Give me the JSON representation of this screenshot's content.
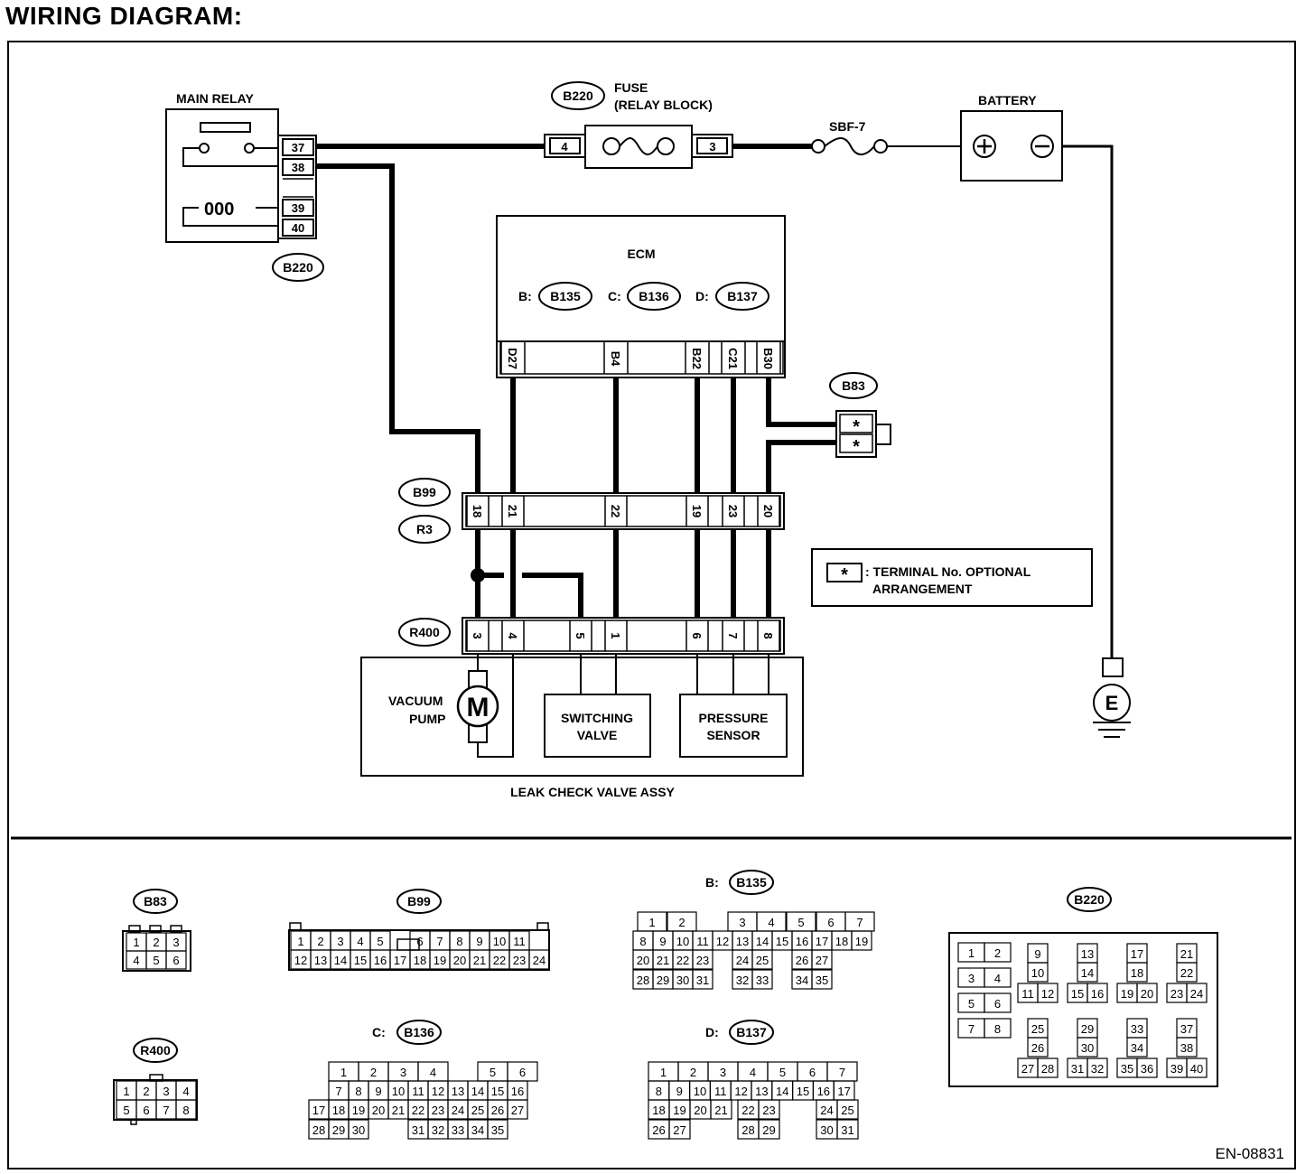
{
  "title": "WIRING DIAGRAM:",
  "figure_id": "EN-08831",
  "main_relay": {
    "label": "MAIN RELAY",
    "connector": "B220",
    "pins": [
      "37",
      "38",
      "39",
      "40"
    ],
    "coil_text": "000"
  },
  "fuse": {
    "label_line1": "FUSE",
    "label_line2": "(RELAY BLOCK)",
    "connector": "B220",
    "pin_left": "4",
    "pin_right": "3"
  },
  "sbf": {
    "label": "SBF-7"
  },
  "battery": {
    "label": "BATTERY",
    "plus": "+",
    "minus": "−"
  },
  "ground": {
    "label": "E"
  },
  "ecm": {
    "label": "ECM",
    "b_prefix": "B:",
    "b_conn": "B135",
    "c_prefix": "C:",
    "c_conn": "B136",
    "d_prefix": "D:",
    "d_conn": "B137",
    "pins": [
      "D27",
      "B4",
      "B22",
      "C21",
      "B30"
    ]
  },
  "b83": {
    "connector": "B83",
    "mark1": "*",
    "mark2": "*"
  },
  "b99_r3": {
    "connector_top": "B99",
    "connector_bottom": "R3",
    "pins": [
      "18",
      "21",
      "22",
      "19",
      "23",
      "20"
    ]
  },
  "r400": {
    "connector": "R400",
    "pins": [
      "3",
      "4",
      "5",
      "1",
      "6",
      "7",
      "8"
    ]
  },
  "legend": {
    "mark": "*",
    "line1": ": TERMINAL No. OPTIONAL",
    "line2": "ARRANGEMENT"
  },
  "assembly": {
    "label": "LEAK CHECK VALVE ASSY",
    "vacuum_line1": "VACUUM",
    "vacuum_line2": "PUMP",
    "motor": "M",
    "switching_line1": "SWITCHING",
    "switching_line2": "VALVE",
    "pressure_line1": "PRESSURE",
    "pressure_line2": "SENSOR"
  },
  "connector_views": {
    "b83": {
      "label": "B83",
      "rows": [
        [
          "1",
          "2",
          "3"
        ],
        [
          "4",
          "5",
          "6"
        ]
      ]
    },
    "r400": {
      "label": "R400",
      "rows": [
        [
          "1",
          "2",
          "3",
          "4"
        ],
        [
          "5",
          "6",
          "7",
          "8"
        ]
      ]
    },
    "b99": {
      "label": "B99",
      "row1": [
        "1",
        "2",
        "3",
        "4",
        "5",
        "",
        "6",
        "7",
        "8",
        "9",
        "10",
        "11"
      ],
      "row2": [
        "12",
        "13",
        "14",
        "15",
        "16",
        "17",
        "18",
        "19",
        "20",
        "21",
        "22",
        "23",
        "24"
      ]
    },
    "b135": {
      "prefix": "B:",
      "label": "B135",
      "row1": [
        "1",
        "2",
        "",
        "3",
        "4",
        "5",
        "6",
        "7"
      ],
      "row2": [
        "8",
        "9",
        "10",
        "11",
        "12",
        "13",
        "14",
        "15",
        "16",
        "17",
        "18",
        "19"
      ],
      "row3": [
        "20",
        "21",
        "22",
        "23",
        "",
        "24",
        "25",
        "",
        "26",
        "27"
      ],
      "row4": [
        "28",
        "29",
        "30",
        "31",
        "",
        "32",
        "33",
        "",
        "34",
        "35"
      ]
    },
    "b136": {
      "prefix": "C:",
      "label": "B136",
      "row1": [
        "1",
        "2",
        "3",
        "4",
        "",
        "5",
        "6"
      ],
      "row2": [
        "7",
        "8",
        "9",
        "10",
        "11",
        "12",
        "13",
        "14",
        "15",
        "16"
      ],
      "row3": [
        "17",
        "18",
        "19",
        "20",
        "21",
        "22",
        "23",
        "24",
        "25",
        "26",
        "27"
      ],
      "row4": [
        "28",
        "29",
        "30",
        "",
        "",
        "31",
        "32",
        "33",
        "34",
        "35"
      ]
    },
    "b137": {
      "prefix": "D:",
      "label": "B137",
      "row1": [
        "1",
        "2",
        "3",
        "4",
        "5",
        "6",
        "7"
      ],
      "row2": [
        "8",
        "9",
        "10",
        "11",
        "12",
        "13",
        "14",
        "15",
        "16",
        "17"
      ],
      "row3": [
        "18",
        "19",
        "20",
        "21",
        "22",
        "23",
        "24",
        "25"
      ],
      "row4": [
        "26",
        "27",
        "28",
        "29",
        "30",
        "31"
      ]
    },
    "b220": {
      "label": "B220",
      "left_pairs": [
        [
          "1",
          "2"
        ],
        [
          "3",
          "4"
        ],
        [
          "5",
          "6"
        ],
        [
          "7",
          "8"
        ]
      ],
      "groups": [
        [
          "9",
          "10",
          "11",
          "12"
        ],
        [
          "13",
          "14",
          "15",
          "16"
        ],
        [
          "17",
          "18",
          "19",
          "20"
        ],
        [
          "21",
          "22",
          "23",
          "24"
        ],
        [
          "25",
          "26",
          "27",
          "28"
        ],
        [
          "29",
          "30",
          "31",
          "32"
        ],
        [
          "33",
          "34",
          "35",
          "36"
        ],
        [
          "37",
          "38",
          "39",
          "40"
        ]
      ]
    }
  }
}
